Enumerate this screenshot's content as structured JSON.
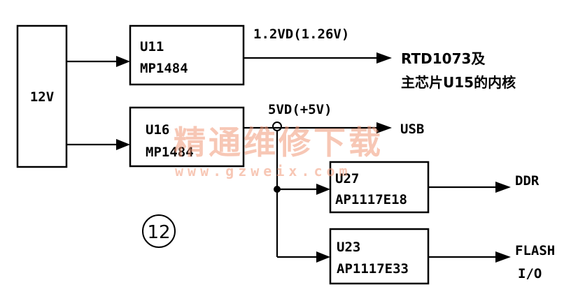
{
  "diagram": {
    "source": {
      "label": "12V"
    },
    "regulators": {
      "u11": {
        "ref": "U11",
        "part": "MP1484"
      },
      "u16": {
        "ref": "U16",
        "part": "MP1484"
      },
      "u27": {
        "ref": "U27",
        "part": "AP1117E18"
      },
      "u23": {
        "ref": "U23",
        "part": "AP1117E33"
      }
    },
    "rails": {
      "core": "1.2VD(1.26V)",
      "five_volt": "5VD(+5V)"
    },
    "loads": {
      "core_line1": "RTD1073及",
      "core_line2": "主芯片U15的内核",
      "usb": "USB",
      "ddr": "DDR",
      "flash_line1": "FLASH",
      "flash_line2": "I/O"
    },
    "figure_number": "12",
    "watermark": {
      "text": "精通维修下载",
      "url": "www.gzweix.com"
    },
    "colors": {
      "ink": "#000000",
      "watermark": "#f29a7a"
    }
  }
}
